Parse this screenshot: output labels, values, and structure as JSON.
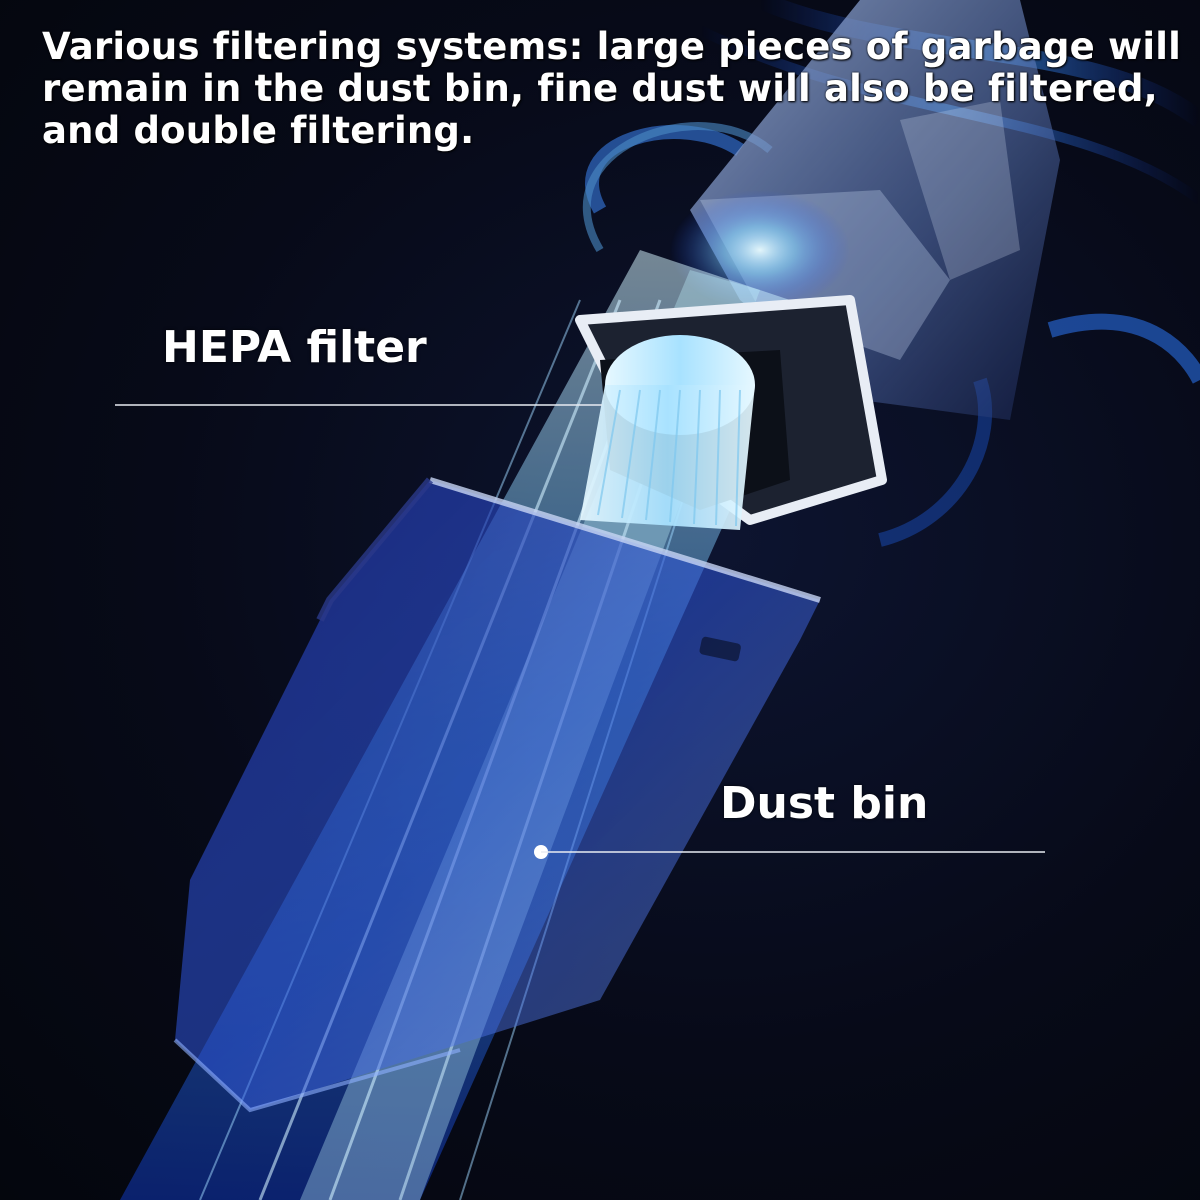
{
  "headline": "Various filtering systems: large pieces of garbage will remain in the dust bin, fine dust will also be filtered, and double filtering.",
  "callouts": {
    "hepa": "HEPA filter",
    "dust_bin": "Dust bin"
  },
  "colors": {
    "background": "#070912",
    "airflow": "#3fa6ff",
    "airflow_core": "#bff3ff",
    "bin_tint": "#2b4fd6",
    "leader_line": "#e8ecf2",
    "text": "#ffffff"
  }
}
